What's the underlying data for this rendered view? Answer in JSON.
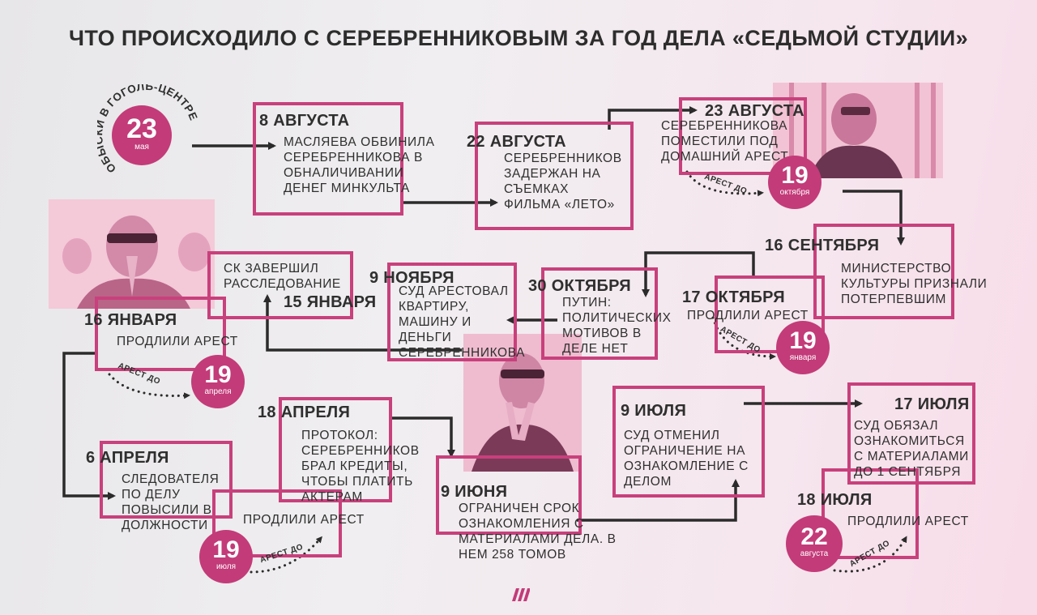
{
  "title": "ЧТО ПРОИСХОДИЛО С СЕРЕБРЕННИКОВЫМ ЗА ГОД ДЕЛА «СЕДЬМОЙ СТУДИИ»",
  "colors": {
    "accent": "#c8407c",
    "circle": "#c33b79",
    "arrow": "#2b2b2b",
    "photo_tint": "#e9a7c0"
  },
  "start": {
    "arc_text": "ОБЫСКИ В ГОГОЛЬ-ЦЕНТРЕ",
    "day": "23",
    "month": "мая"
  },
  "arrest_until_label": "АРЕСТ ДО",
  "events": {
    "aug8": {
      "date": "8 АВГУСТА",
      "text": "МАСЛЯЕВА ОБВИНИЛА СЕРЕБРЕННИКОВА В ОБНАЛИЧИВАНИИ ДЕНЕГ МИНКУЛЬТА"
    },
    "aug22": {
      "date": "22 АВГУСТА",
      "text": "СЕРЕБРЕННИКОВ ЗАДЕРЖАН НА СЪЕМКАХ ФИЛЬМА «ЛЕТО»"
    },
    "aug23": {
      "date": "23 АВГУСТА",
      "text": "СЕРЕБРЕННИКОВА ПОМЕСТИЛИ ПОД ДОМАШНИЙ АРЕСТ",
      "until_day": "19",
      "until_month": "октября"
    },
    "sep16": {
      "date": "16 СЕНТЯБРЯ",
      "text": "МИНИСТЕРСТВО КУЛЬТУРЫ ПРИЗНАЛИ ПОТЕРПЕВШИМ"
    },
    "oct17": {
      "date": "17 ОКТЯБРЯ",
      "text": "ПРОДЛИЛИ АРЕСТ",
      "until_day": "19",
      "until_month": "января"
    },
    "oct30": {
      "date": "30 ОКТЯБРЯ",
      "text": "ПУТИН: ПОЛИТИЧЕСКИХ МОТИВОВ В ДЕЛЕ НЕТ"
    },
    "nov9": {
      "date": "9 НОЯБРЯ",
      "text": "СУД АРЕСТОВАЛ КВАРТИРУ, МАШИНУ И ДЕНЬГИ СЕРЕБРЕННИКОВА"
    },
    "jan15": {
      "date": "15 ЯНВАРЯ",
      "text": "СК ЗАВЕРШИЛ РАССЛЕДОВАНИЕ"
    },
    "jan16": {
      "date": "16 ЯНВАРЯ",
      "text": "ПРОДЛИЛИ АРЕСТ",
      "until_day": "19",
      "until_month": "апреля"
    },
    "apr6": {
      "date": "6 АПРЕЛЯ",
      "text": "СЛЕДОВАТЕЛЯ ПО ДЕЛУ ПОВЫСИЛИ В ДОЛЖНОСТИ"
    },
    "apr6b": {
      "text": "ПРОДЛИЛИ АРЕСТ",
      "until_day": "19",
      "until_month": "июля"
    },
    "apr18": {
      "date": "18 АПРЕЛЯ",
      "text": "ПРОТОКОЛ: СЕРЕБРЕННИКОВ БРАЛ КРЕДИТЫ, ЧТОБЫ ПЛАТИТЬ АКТЕРАМ"
    },
    "jun9": {
      "date": "9 ИЮНЯ",
      "text": "ОГРАНИЧЕН СРОК ОЗНАКОМЛЕНИЯ С МАТЕРИАЛАМИ ДЕЛА. В НЕМ 258 ТОМОВ"
    },
    "jul9": {
      "date": "9 ИЮЛЯ",
      "text": "СУД ОТМЕНИЛ ОГРАНИЧЕНИЕ НА ОЗНАКОМЛЕНИЕ С ДЕЛОМ"
    },
    "jul17": {
      "date": "17 ИЮЛЯ",
      "text": "СУД ОБЯЗАЛ ОЗНАКОМИТЬСЯ С МАТЕРИАЛАМИ ДО 1 СЕНТЯБРЯ"
    },
    "jul18": {
      "date": "18 ИЮЛЯ",
      "text": "ПРОДЛИЛИ АРЕСТ",
      "until_day": "22",
      "until_month": "августа"
    }
  }
}
